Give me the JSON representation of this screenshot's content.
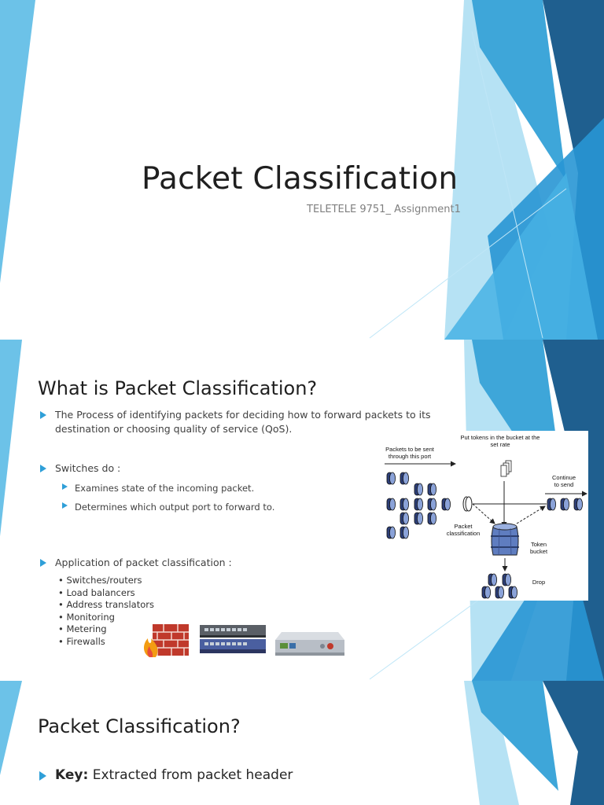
{
  "slide1": {
    "title": "Packet Classification",
    "subtitle": "TELETELE 9751_ Assignment1"
  },
  "slide2": {
    "heading": "What is Packet Classification?",
    "bullets": [
      "The Process of identifying packets for deciding how to forward packets to its destination or choosing quality of service (QoS).",
      "Switches do :",
      "Application of packet classification :"
    ],
    "sub_bullets": [
      "Examines state of the incoming packet.",
      "Determines which output port to forward to."
    ],
    "applications": [
      "• Switches/routers",
      "• Load balancers",
      "• Address translators",
      "• Monitoring",
      "• Metering",
      "• Firewalls"
    ],
    "diagram": {
      "packets_label_1": "Packets to be sent",
      "packets_label_2": "through this port",
      "tokens_label_1": "Put tokens in the bucket at the",
      "tokens_label_2": "set rate",
      "continue_label_1": "Continue",
      "continue_label_2": "to send",
      "classification_label_1": "Packet",
      "classification_label_2": "classification",
      "bucket_label_1": "Token",
      "bucket_label_2": "bucket",
      "drop_label": "Drop"
    }
  },
  "slide3": {
    "heading": "Packet Classification?",
    "key_label": "Key:",
    "key_text": " Extracted from packet header"
  },
  "colors": {
    "accent": "#2f9fd8",
    "dark_blue": "#1f5f8f",
    "light_blue": "#8fd3f0"
  }
}
